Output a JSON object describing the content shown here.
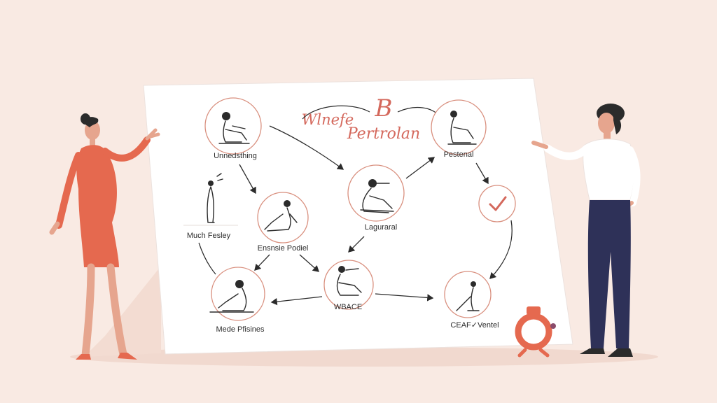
{
  "diagram": {
    "title_script": "Wlnefe",
    "title_letter": "B",
    "title_sub": "Pertrolan",
    "nodes": [
      {
        "id": "n1",
        "label": "Unnedsthing",
        "icon": "seated-person-icon"
      },
      {
        "id": "n2",
        "label": "Much Fesley",
        "icon": "standing-person-icon"
      },
      {
        "id": "n3",
        "label": "Ensnsie Podiel",
        "icon": "reclining-person-icon"
      },
      {
        "id": "n4",
        "label": "Laguraral",
        "icon": "stretching-person-icon"
      },
      {
        "id": "n5",
        "label": "Pestenal",
        "icon": "seated-person-icon"
      },
      {
        "id": "n6",
        "label": "",
        "icon": "checkmark-icon"
      },
      {
        "id": "n7",
        "label": "WBACE",
        "icon": "bending-person-icon"
      },
      {
        "id": "n8",
        "label": "Mede Pfisines",
        "icon": "kneeling-person-icon"
      },
      {
        "id": "n9",
        "label": "CEAF✓Ventel",
        "icon": "sitting-person-icon"
      }
    ]
  },
  "colors": {
    "background": "#f9eae3",
    "board": "#ffffff",
    "accent": "#d4685c",
    "ring": "#d9907f",
    "ink": "#2b2b2b",
    "trousers": "#2e3158"
  },
  "decorations": {
    "left_person": "pregnant-woman-icon",
    "right_person": "woman-presenter-icon",
    "bottom_right": "red-ring-icon"
  }
}
